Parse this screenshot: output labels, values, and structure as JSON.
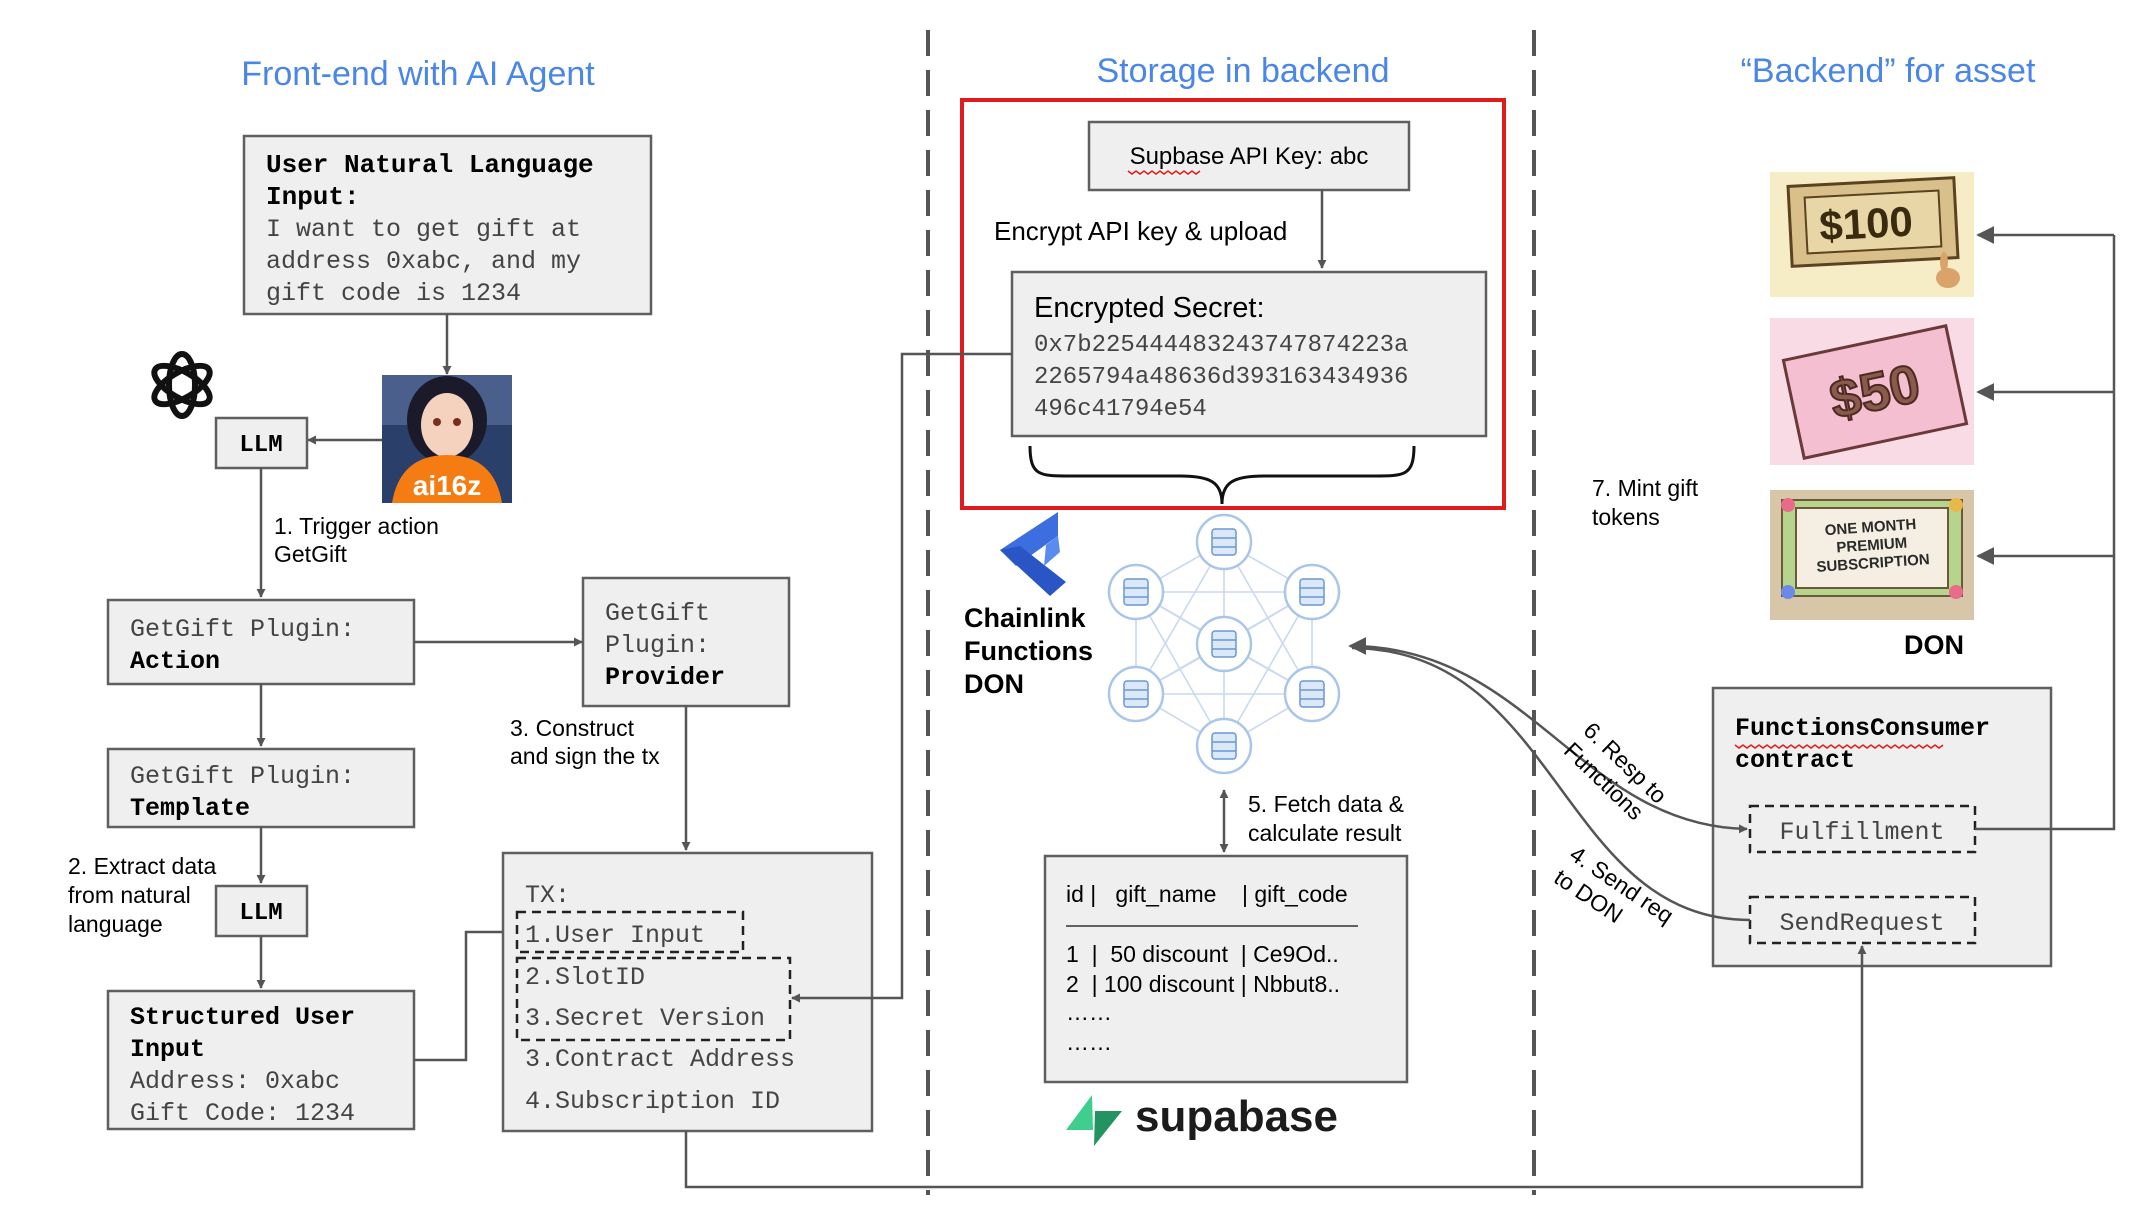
{
  "sections": {
    "frontend": "Front-end with AI Agent",
    "storage": "Storage in backend",
    "backend": "“Backend” for asset"
  },
  "frontend": {
    "user_input": {
      "title_l1": "User Natural Language",
      "title_l2": "Input:",
      "body": [
        "I want to get gift at",
        "address 0xabc, and my",
        "gift code is 1234"
      ]
    },
    "avatar_label": "ai16z",
    "llm1": "LLM",
    "llm2": "LLM",
    "step1": [
      "1. Trigger action",
      "GetGift"
    ],
    "action_box": [
      "GetGift Plugin:",
      "Action"
    ],
    "provider_box": [
      "GetGift",
      "Plugin:",
      "Provider"
    ],
    "step3": [
      "3. Construct",
      "and sign the tx"
    ],
    "template_box": [
      "GetGift Plugin:",
      "Template"
    ],
    "step2": [
      "2. Extract data",
      "from natural",
      "language"
    ],
    "structured": {
      "title_l1": "Structured User",
      "title_l2": "Input",
      "lines": [
        "Address: 0xabc",
        "Gift Code: 1234"
      ]
    },
    "tx": {
      "title": "TX:",
      "items": [
        "1.User Input",
        "2.SlotID",
        "3.Secret Version",
        "3.Contract Address",
        "4.Subscription ID"
      ]
    }
  },
  "storage": {
    "api_key": "Supbase API Key: abc",
    "encrypt_label": "Encrypt API key & upload",
    "secret_title": "Encrypted Secret:",
    "secret_lines": [
      "0x7b225444483243747874223a",
      "2265794a48636d393163434936",
      "496c41794e54"
    ],
    "chainlink_label": [
      "Chainlink",
      "Functions",
      "DON"
    ],
    "step5": [
      "5. Fetch data &",
      "calculate result"
    ],
    "table": {
      "header": "id |   gift_name    | gift_code",
      "separator": "————————————————",
      "rows": [
        "1  |  50 discount  | Ce9Od..",
        "2  | 100 discount | Nbbut8.."
      ],
      "ellipsis": [
        "……",
        "……"
      ]
    },
    "supabase_label": "supabase"
  },
  "backend": {
    "tokens": [
      "$100",
      "$50",
      "ONE MONTH",
      "PREMIUM",
      "SUBSCRIPTION"
    ],
    "step7": [
      "7. Mint gift",
      "tokens"
    ],
    "don_label": "DON",
    "contract_title": [
      "FunctionsConsumer",
      "contract"
    ],
    "fulfillment": "Fulfillment",
    "sendrequest": "SendRequest",
    "step6": [
      "6. Resp to",
      "Functions"
    ],
    "step4": [
      "4. Send req",
      "to DON"
    ]
  },
  "colors": {
    "section_title": "#4a86e8",
    "box_fill": "#efefef",
    "box_stroke": "#5f5f5f",
    "highlight": "#e01b1b"
  }
}
